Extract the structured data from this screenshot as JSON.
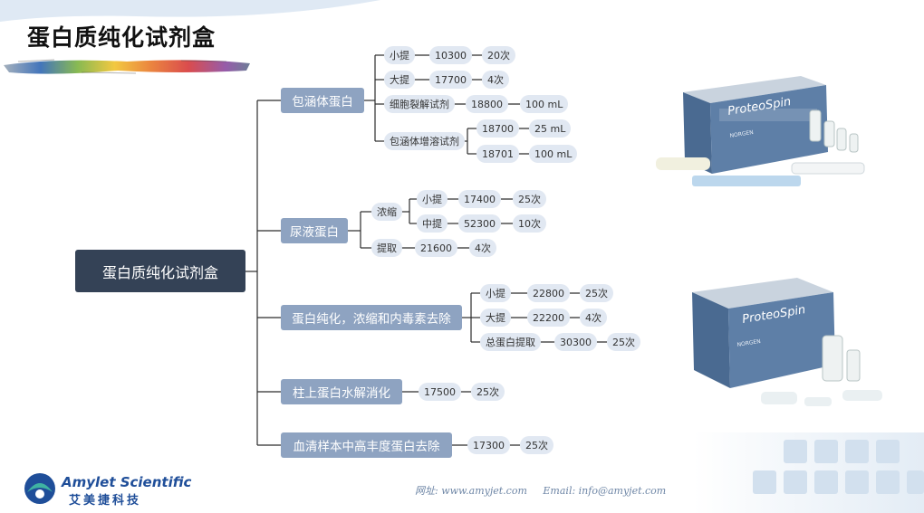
{
  "slide": {
    "title": "蛋白质纯化试剂盒"
  },
  "mindmap": {
    "root": "蛋白质纯化试剂盒",
    "branches": [
      {
        "label": "包涵体蛋白",
        "rows": [
          {
            "name": "小提",
            "code": "10300",
            "spec": "20次"
          },
          {
            "name": "大提",
            "code": "17700",
            "spec": "4次"
          },
          {
            "name": "细胞裂解试剂",
            "code": "18800",
            "spec": "100 mL"
          },
          {
            "name": "包涵体增溶试剂",
            "code1": "18700",
            "spec1": "25 mL",
            "code2": "18701",
            "spec2": "100 mL"
          }
        ]
      },
      {
        "label": "尿液蛋白",
        "sub": "浓缩",
        "rows": [
          {
            "name": "小提",
            "code": "17400",
            "spec": "25次"
          },
          {
            "name": "中提",
            "code": "52300",
            "spec": "10次"
          }
        ],
        "extract": {
          "name": "提取",
          "code": "21600",
          "spec": "4次"
        }
      },
      {
        "label": "蛋白纯化，浓缩和内毒素去除",
        "rows": [
          {
            "name": "小提",
            "code": "22800",
            "spec": "25次"
          },
          {
            "name": "大提",
            "code": "22200",
            "spec": "4次"
          },
          {
            "name": "总蛋白提取",
            "code": "30300",
            "spec": "25次"
          }
        ]
      },
      {
        "label": "柱上蛋白水解消化",
        "code": "17500",
        "spec": "25次"
      },
      {
        "label": "血清样本中高丰度蛋白去除",
        "code": "17300",
        "spec": "25次"
      }
    ]
  },
  "products": {
    "box_brand": "ProteoSpin",
    "box_maker": "NORGEN"
  },
  "footer": {
    "brand": "Amylet Scientific",
    "brand_cn": "艾美捷科技",
    "website": "网址: www.amyjet.com",
    "email": "Email: info@amyjet.com"
  },
  "colors": {
    "root_bg": "#344256",
    "branch_bg": "#8ea3c1",
    "pill_bg": "#e1e8f2",
    "line": "#2c2c2c",
    "brand_blue": "#1f4e99"
  }
}
